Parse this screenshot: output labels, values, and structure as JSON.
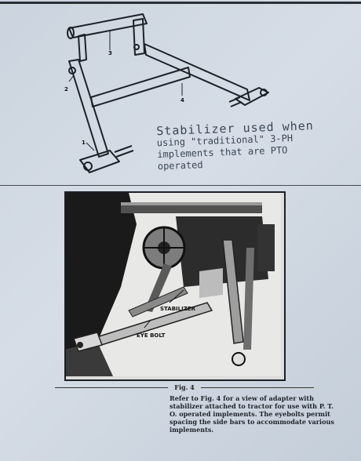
{
  "drawing": {
    "callouts": [
      "1",
      "2",
      "3",
      "4"
    ]
  },
  "handwritten_note": {
    "line1": "Stabilizer used when",
    "line2": "using \"traditional\" 3-PH",
    "line3": "implements that are PTO",
    "line4": "operated"
  },
  "photo": {
    "label_stabilizer": "STABILIZER",
    "label_eyebolt": "EYE BOLT"
  },
  "figure": {
    "label": "Fig. 4"
  },
  "caption": {
    "text": "Refer to Fig. 4 for a view of adapter with stabilizer attached to tractor for use with P. T. O. operated implements. The eyebolts permit spacing the side bars to accommodate various implements."
  }
}
